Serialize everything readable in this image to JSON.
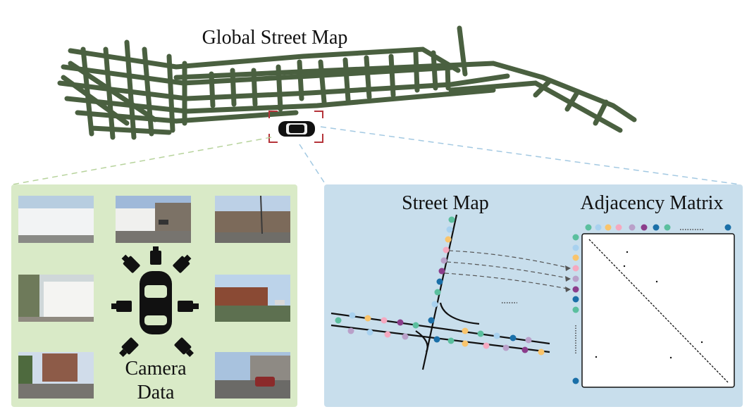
{
  "global_map": {
    "title": "Global Street Map",
    "road_color": "#4a6040"
  },
  "camera_panel": {
    "label_line1": "Camera",
    "label_line2": "Data",
    "bg_color": "#d9eac7",
    "photos": [
      {
        "id": "front-left",
        "scene": "white construction wall"
      },
      {
        "id": "front",
        "scene": "street with cars"
      },
      {
        "id": "front-right",
        "scene": "street with poles"
      },
      {
        "id": "left",
        "scene": "white wrapped building"
      },
      {
        "id": "right",
        "scene": "brick building"
      },
      {
        "id": "rear-left",
        "scene": "buildings and trees"
      },
      {
        "id": "rear-right",
        "scene": "intersection with cars"
      }
    ]
  },
  "graph_panel": {
    "street_map_title": "Street Map",
    "matrix_title": "Adjacency Matrix",
    "bg_color": "#c8deec",
    "node_colors": [
      "#5bbf9e",
      "#a8d1ef",
      "#f9c46b",
      "#f5a9c0",
      "#b9a0c9",
      "#8b3d8b",
      "#1a6fa8",
      "#5bbf9e"
    ]
  }
}
